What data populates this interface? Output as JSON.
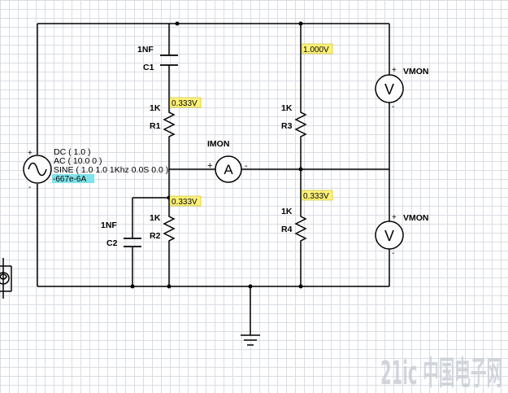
{
  "components": {
    "c1": {
      "value": "1NF",
      "ref": "C1"
    },
    "c2": {
      "value": "1NF",
      "ref": "C2"
    },
    "r1": {
      "value": "1K",
      "ref": "R1"
    },
    "r2": {
      "value": "1K",
      "ref": "R2"
    },
    "r3": {
      "value": "1K",
      "ref": "R3"
    },
    "r4": {
      "value": "1K",
      "ref": "R4"
    },
    "imon": {
      "ref": "IMON",
      "symbol": "A"
    },
    "vmon1": {
      "ref": "VMON",
      "symbol": "V"
    },
    "vmon2": {
      "ref": "VMON",
      "symbol": "V"
    }
  },
  "source": {
    "dc": "DC ( 1.0 )",
    "ac": "AC ( 10.0 0 )",
    "sine": "SINE ( 1.0 1.0 1Khz 0.0S 0.0 )",
    "current": "-667e-6A"
  },
  "probes": {
    "top_right": "1.000V",
    "r1_node": "0.333V",
    "r2_node": "0.333V",
    "r4_node": "0.333V"
  },
  "watermark": "21ic 中国电子网",
  "colors": {
    "wire": "#000000",
    "probe_bg": "#fff27a",
    "current_bg": "#7fe3ea"
  }
}
